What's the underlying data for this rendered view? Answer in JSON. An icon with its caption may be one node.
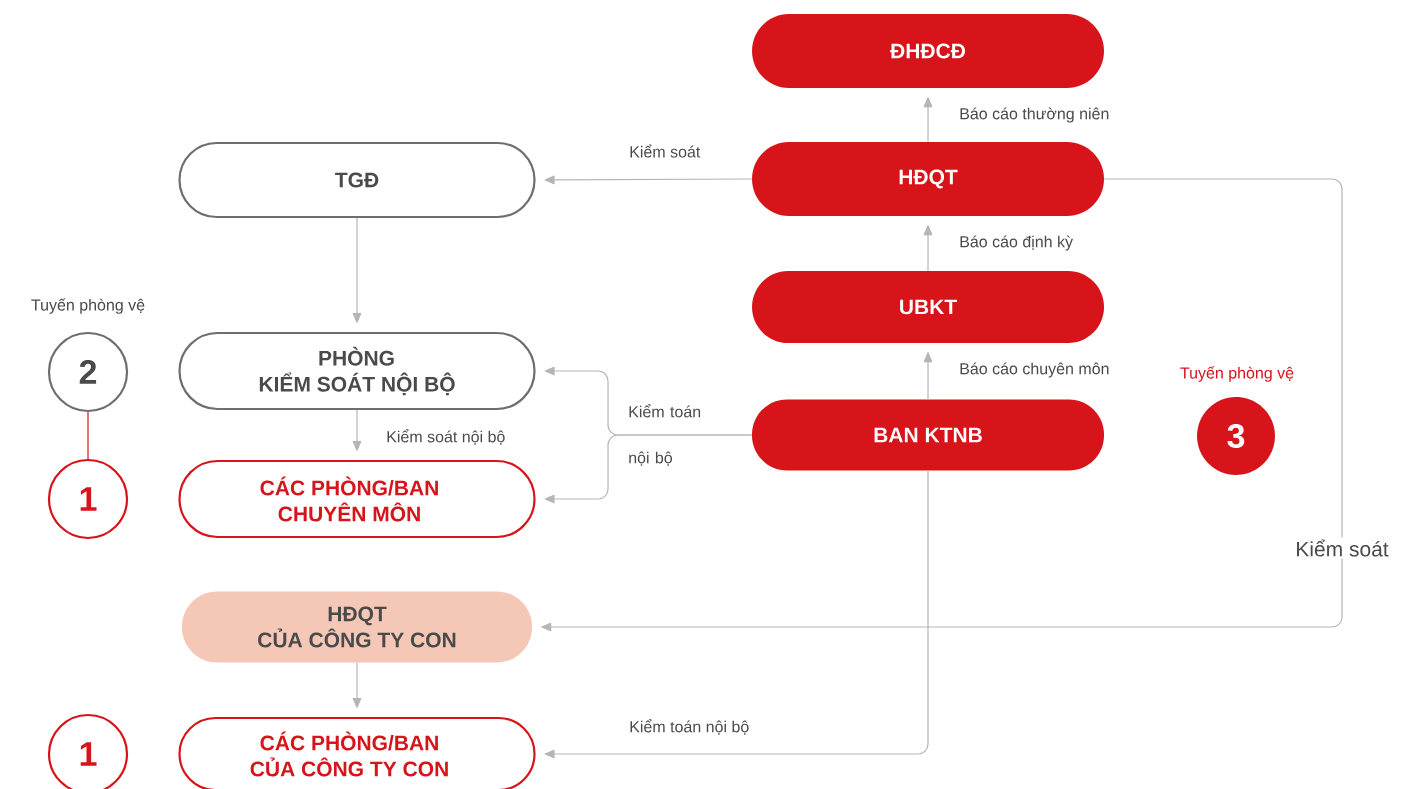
{
  "diagram": {
    "nodes": [
      {
        "text": [
          "ĐHĐCĐ"
        ]
      },
      {
        "text": [
          "TGĐ"
        ]
      },
      {
        "text": [
          "HĐQT"
        ]
      },
      {
        "text": [
          "UBKT"
        ]
      },
      {
        "text": [
          "2"
        ],
        "beside": [
          "Tuyến phòng vệ"
        ]
      },
      {
        "text": [
          "PHÒNG KIỂM SOÁT NỘI BỘ"
        ]
      },
      {
        "text": [
          "BAN KTNB"
        ]
      },
      {
        "text": [
          "3"
        ],
        "beside": [
          "Tuyến phòng vệ"
        ]
      },
      {
        "text": [
          "1"
        ]
      },
      {
        "text": [
          "CÁC PHÒNG/BAN CHUYÊN MÔN"
        ]
      },
      {
        "text": [
          "HĐQT CỦA CÔNG TY CON"
        ]
      },
      {
        "text": [
          "1"
        ]
      },
      {
        "text": [
          "CÁC PHÒNG/BAN CỦA CÔNG TY CON"
        ]
      }
    ],
    "edges": [
      {
        "from": 2,
        "to": 0,
        "arrow": "to",
        "label": "Báo cáo thường niên"
      },
      {
        "from": 2,
        "to": 1,
        "arrow": "to",
        "label": "Kiểm soát"
      },
      {
        "from": 3,
        "to": 2,
        "arrow": "to",
        "label": "Báo cáo định kỳ"
      },
      {
        "from": 6,
        "to": 3,
        "arrow": "to",
        "label": "Báo cáo chuyên môn"
      },
      {
        "from": 1,
        "to": 5,
        "arrow": "to"
      },
      {
        "from": 5,
        "to": 9,
        "arrow": "to",
        "label": "Kiểm soát nội bộ"
      },
      {
        "from": 6,
        "to": 5,
        "arrow": "to",
        "label": "Kiểm toán nội bộ"
      },
      {
        "from": 6,
        "to": 9,
        "arrow": "to"
      },
      {
        "from": 2,
        "to": 10,
        "arrow": "to",
        "label": "Kiểm soát"
      },
      {
        "from": 10,
        "to": 12,
        "arrow": "to"
      },
      {
        "from": 6,
        "to": 12,
        "arrow": "to",
        "label": "Kiểm toán nội bộ"
      },
      {
        "from": 4,
        "to": 8,
        "arrow": "none",
        "color": "#d7141a"
      }
    ]
  }
}
